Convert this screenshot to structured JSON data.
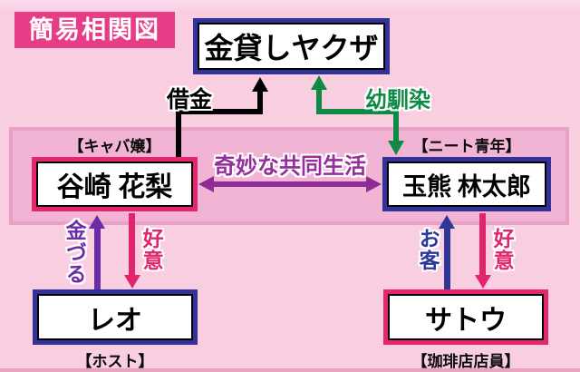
{
  "title": "簡易相関図",
  "nodes": {
    "yakuza": {
      "name": "金貸しヤクザ"
    },
    "karin": {
      "name": "谷崎 花梨",
      "role": "【キャバ嬢】"
    },
    "rintaro": {
      "name": "玉熊 林太郎",
      "role": "【ニート青年】"
    },
    "leo": {
      "name": "レオ",
      "role": "【ホスト】"
    },
    "sato": {
      "name": "サトウ",
      "role": "【珈琲店店員】"
    }
  },
  "edges": [
    {
      "from": "谷崎 花梨",
      "to": "金貸しヤクザ",
      "label": "借金",
      "direction": "one-way",
      "color": "#000000"
    },
    {
      "from": "玉熊 林太郎",
      "to": "金貸しヤクザ",
      "label": "幼馴染",
      "direction": "two-way",
      "color": "#0d8a45"
    },
    {
      "from": "谷崎 花梨",
      "to": "玉熊 林太郎",
      "label": "奇妙な共同生活",
      "direction": "two-way",
      "color": "#8e2b94"
    },
    {
      "from": "レオ",
      "to": "谷崎 花梨",
      "label": "金づる",
      "direction": "one-way",
      "color": "#6c2ca7"
    },
    {
      "from": "谷崎 花梨",
      "to": "レオ",
      "label": "好意",
      "direction": "one-way",
      "color": "#e0246e"
    },
    {
      "from": "サトウ",
      "to": "玉熊 林太郎",
      "label": "お客",
      "direction": "one-way",
      "color": "#2e3796"
    },
    {
      "from": "玉熊 林太郎",
      "to": "サトウ",
      "label": "好意",
      "direction": "one-way",
      "color": "#e0246e"
    }
  ],
  "colors": {
    "background": "#f9cee1",
    "middle_band": "#f2b4d4",
    "band_edge": "#e8a0c5",
    "title_background": "#e73c86",
    "title_text": "#ffffff",
    "navy_border": "#32329a",
    "crimson_border": "#e6256f",
    "green_arrow": "#0d8a45",
    "purple_arrow": "#8e2b94",
    "violet_arrow": "#6c2ca7",
    "pink_arrow": "#e0246e",
    "black_arrow": "#000000"
  }
}
